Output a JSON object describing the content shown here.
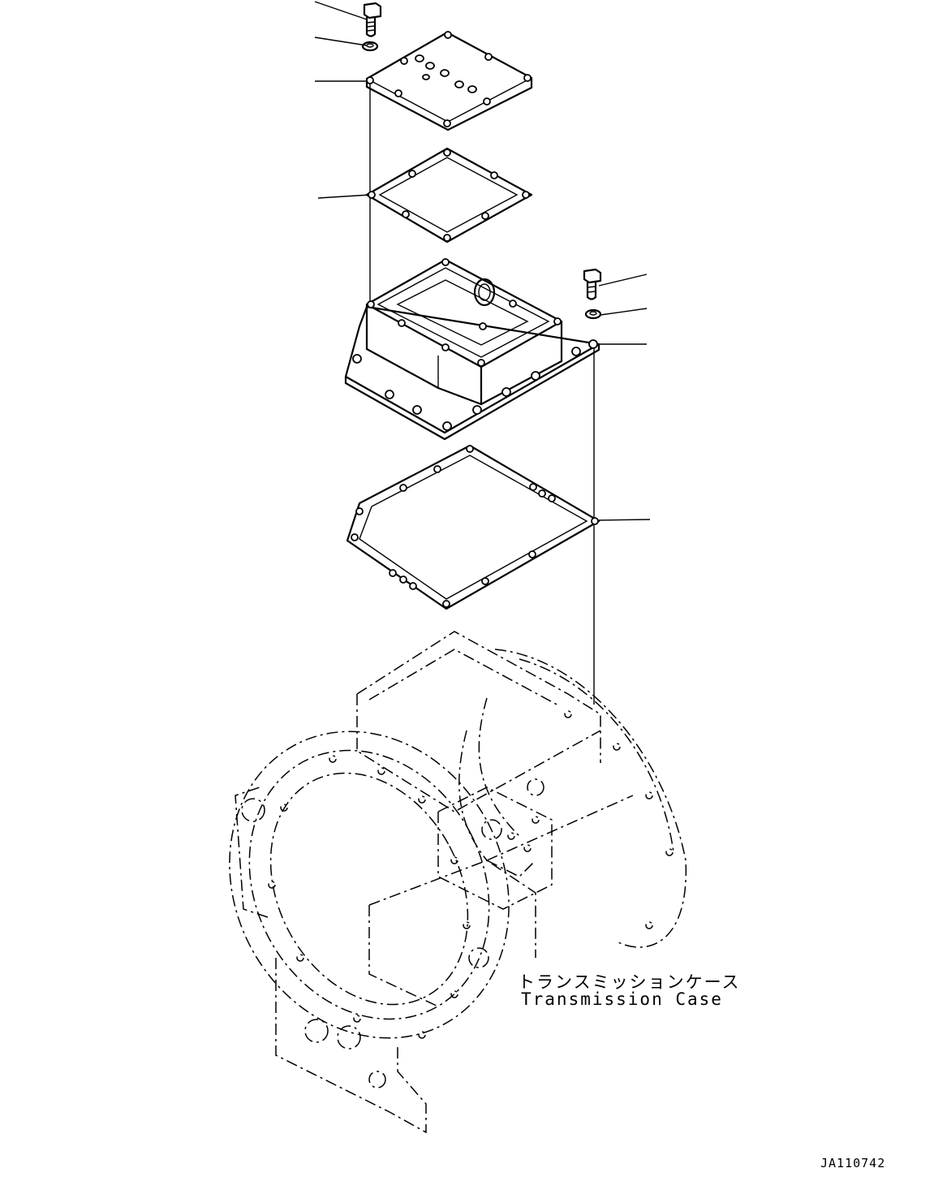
{
  "labels": {
    "case_jp": "トランスミッションケース",
    "case_en": "Transmission Case",
    "drawing_no": "JA110742"
  },
  "colors": {
    "line": "#000000",
    "background": "#ffffff"
  }
}
